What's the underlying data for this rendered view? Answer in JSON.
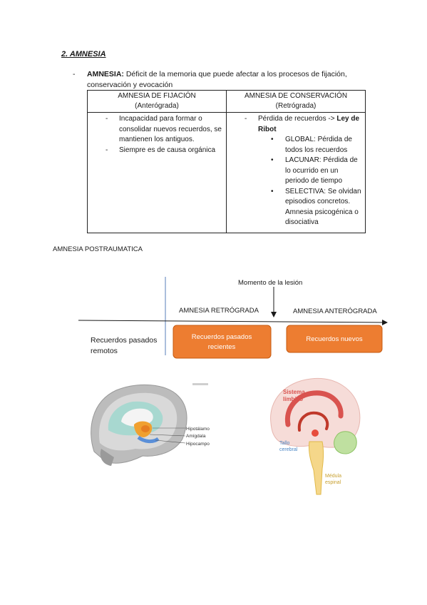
{
  "heading": "2. AMNESIA",
  "intro": {
    "term": "AMNESIA:",
    "definition": " Déficit de la memoria que puede afectar a los procesos de fijación, conservación y evocación"
  },
  "table": {
    "col1_title": "AMNESIA DE FIJACIÓN",
    "col1_sub": "(Anterógrada)",
    "col2_title": "AMNESIA DE CONSERVACIÓN",
    "col2_sub": "(Retrógrada)",
    "col1_items": [
      "Incapacidad para formar o consolidar nuevos recuerdos, se mantienen los antiguos.",
      "Siempre es de causa orgánica"
    ],
    "col2_item_text": "Pérdida de recuerdos -> ",
    "col2_item_bold": "Ley de Ribot",
    "col2_subitems": [
      {
        "term": "GLOBAL",
        "text": ": Pérdida de todos los recuerdos"
      },
      {
        "term": "LACUNAR",
        "text": ": Pérdida de lo ocurrido en un periodo de tiempo"
      },
      {
        "term": "SELECTIVA",
        "text": ": Se olvidan episodios concretos. Amnesia psicogénica o disociativa"
      }
    ]
  },
  "posttraumatic": {
    "title": "AMNESIA POSTRAUMATICA",
    "injury_moment": "Momento de la lesión",
    "retro_label": "AMNESIA RETRÓGRADA",
    "antero_label": "AMNESIA ANTERÓGRADA",
    "remote_line1": "Recuerdos pasados",
    "remote_line2": "remotos",
    "box1_line1": "Recuerdos pasados",
    "box1_line2": "recientes",
    "box2": "Recuerdos nuevos",
    "box_color": "#ed7d31",
    "axis_color": "#1a1a1a",
    "divider_color": "#8fa8d0"
  },
  "brain1": {
    "labels": [
      "Hipotálamo",
      "Amígdala",
      "Hipocampo"
    ]
  },
  "brain2": {
    "limbic_line1": "Sistema",
    "limbic_line2": "límbico",
    "stem_line1": "Tallo",
    "stem_line2": "cerebral",
    "cord_line1": "Médula",
    "cord_line2": "espinal"
  }
}
